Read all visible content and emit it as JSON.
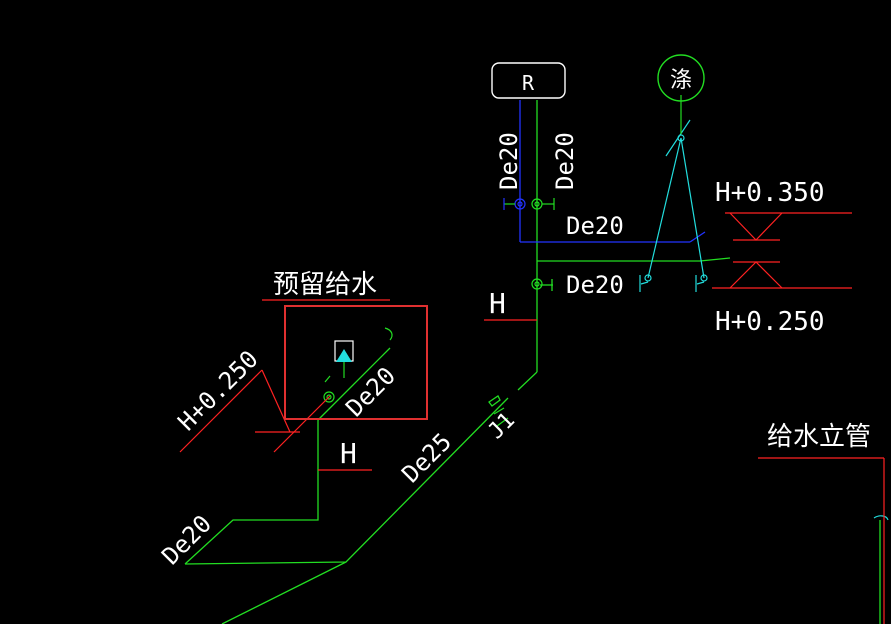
{
  "colors": {
    "background": "#000000",
    "green_pipe": "#22dd22",
    "blue_pipe": "#2233ff",
    "red_leader": "#ff2222",
    "white_text": "#ffffff",
    "cyan_symbol": "#22dddd",
    "selection_box": "#e03030"
  },
  "labels": {
    "r_tag": "R",
    "circle_tag": "涤",
    "de20_vertical_left": "De20",
    "de20_vertical_right": "De20",
    "de20_horizontal": "De20",
    "de20_middle": "De20",
    "elev_upper": "H+0.350",
    "elev_lower": "H+0.250",
    "h_right": "H",
    "reserved_water": "预留给水",
    "elev_left": "H+0.250",
    "de20_box": "De20",
    "h_lower": "H",
    "de25": "De25",
    "j1": "J1",
    "de20_bottom_left": "De20",
    "water_riser": "给水立管"
  }
}
